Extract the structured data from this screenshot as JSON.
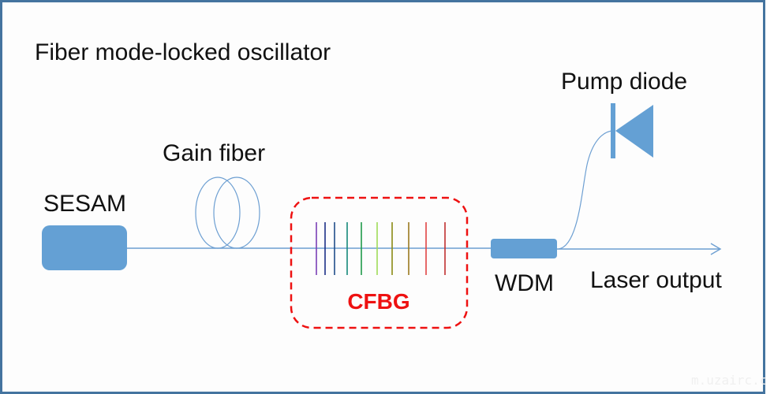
{
  "title": "Fiber mode-locked oscillator",
  "labels": {
    "sesam": "SESAM",
    "gain_fiber": "Gain fiber",
    "cfbg": "CFBG",
    "wdm": "WDM",
    "pump_diode": "Pump diode",
    "laser_output": "Laser output"
  },
  "watermark": "m.uzairc.c",
  "colors": {
    "component_fill": "#64a0d4",
    "fiber_line": "#6d9fd2",
    "cfbg_outline": "#ee1111",
    "cfbg_text": "#ee1111",
    "frame": "#44749f",
    "grating_lines": [
      "#7a3fb5",
      "#1c2f86",
      "#1f4c8a",
      "#15887a",
      "#1f9a4a",
      "#9fdb5a",
      "#8a8a14",
      "#9a7a20",
      "#e04444",
      "#c03030"
    ]
  }
}
